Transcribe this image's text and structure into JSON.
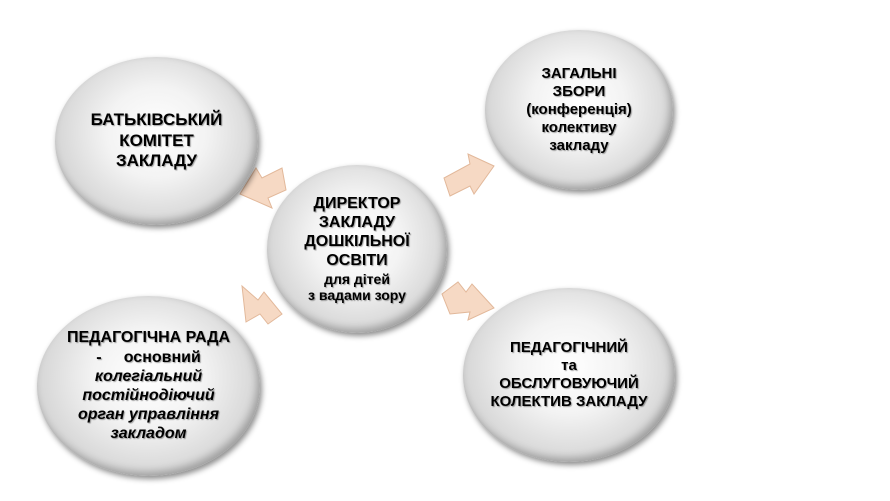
{
  "nodes": {
    "parent_committee": {
      "lines": [
        "БАТЬКІВСЬКИЙ",
        "КОМІТЕТ",
        "ЗАКЛАДУ"
      ]
    },
    "general_meeting": {
      "lines": [
        "ЗАГАЛЬНІ",
        "ЗБОРИ",
        "(конференція)",
        "колективу",
        "закладу"
      ]
    },
    "director": {
      "lines": [
        "ДИРЕКТОР",
        "ЗАКЛАДУ",
        "ДОШКІЛЬНОЇ",
        "ОСВІТИ",
        "для дітей",
        "з вадами зору"
      ]
    },
    "pedagogical_council": {
      "lines": [
        "ПЕДАГОГІЧНА РАДА",
        "-     основний",
        "колегіальний",
        "постійнодіючий",
        "орган управління",
        "закладом"
      ]
    },
    "staff": {
      "lines": [
        "ПЕДАГОГІЧНИЙ",
        "та",
        "ОБСЛУГОВУЮЧИЙ",
        "КОЛЕКТИВ ЗАКЛАДУ"
      ]
    }
  },
  "colors": {
    "arrow_fill": "#f6d9c4",
    "arrow_stroke": "#e2b89a",
    "bubble_edge": "#a9a9a9"
  }
}
